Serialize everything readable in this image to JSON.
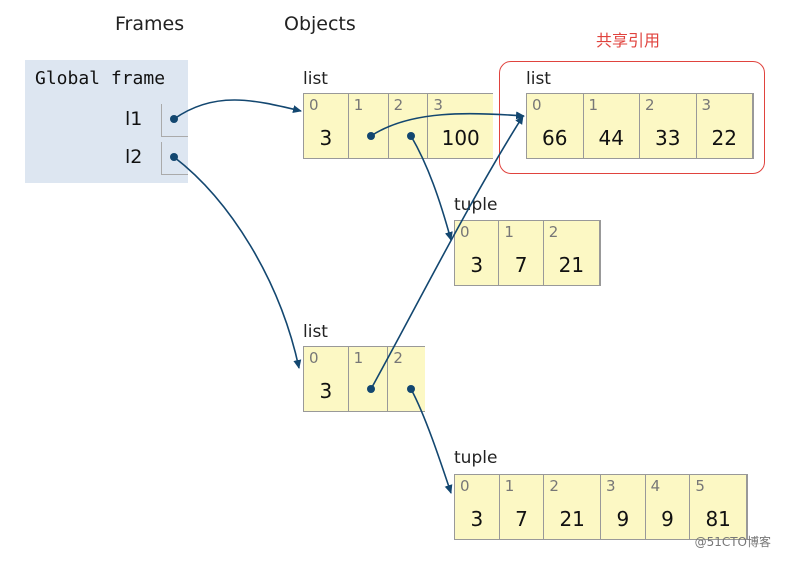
{
  "headers": {
    "frames": "Frames",
    "objects": "Objects"
  },
  "frame": {
    "title": "Global frame",
    "vars": [
      {
        "name": "l1"
      },
      {
        "name": "l2"
      }
    ]
  },
  "annotation": {
    "shared_label": "共享引用",
    "accent_color": "#e0433e"
  },
  "objects": {
    "list_top": {
      "label": "list",
      "cells": [
        {
          "i": "0",
          "v": "3"
        },
        {
          "i": "1",
          "v": ""
        },
        {
          "i": "2",
          "v": ""
        },
        {
          "i": "3",
          "v": "100"
        }
      ]
    },
    "list_shared": {
      "label": "list",
      "cells": [
        {
          "i": "0",
          "v": "66"
        },
        {
          "i": "1",
          "v": "44"
        },
        {
          "i": "2",
          "v": "33"
        },
        {
          "i": "3",
          "v": "22"
        }
      ]
    },
    "tuple_a": {
      "label": "tuple",
      "cells": [
        {
          "i": "0",
          "v": "3"
        },
        {
          "i": "1",
          "v": "7"
        },
        {
          "i": "2",
          "v": "21"
        }
      ]
    },
    "list_bottom": {
      "label": "list",
      "cells": [
        {
          "i": "0",
          "v": "3"
        },
        {
          "i": "1",
          "v": ""
        },
        {
          "i": "2",
          "v": ""
        }
      ]
    },
    "tuple_b": {
      "label": "tuple",
      "cells": [
        {
          "i": "0",
          "v": "3"
        },
        {
          "i": "1",
          "v": "7"
        },
        {
          "i": "2",
          "v": "21"
        },
        {
          "i": "3",
          "v": "9"
        },
        {
          "i": "4",
          "v": "9"
        },
        {
          "i": "5",
          "v": "81"
        }
      ]
    }
  },
  "colors": {
    "arrow": "#134770",
    "frame_bg": "#dde6f1",
    "object_bg": "#fcf8c4"
  },
  "watermark": "@51CTO博客"
}
